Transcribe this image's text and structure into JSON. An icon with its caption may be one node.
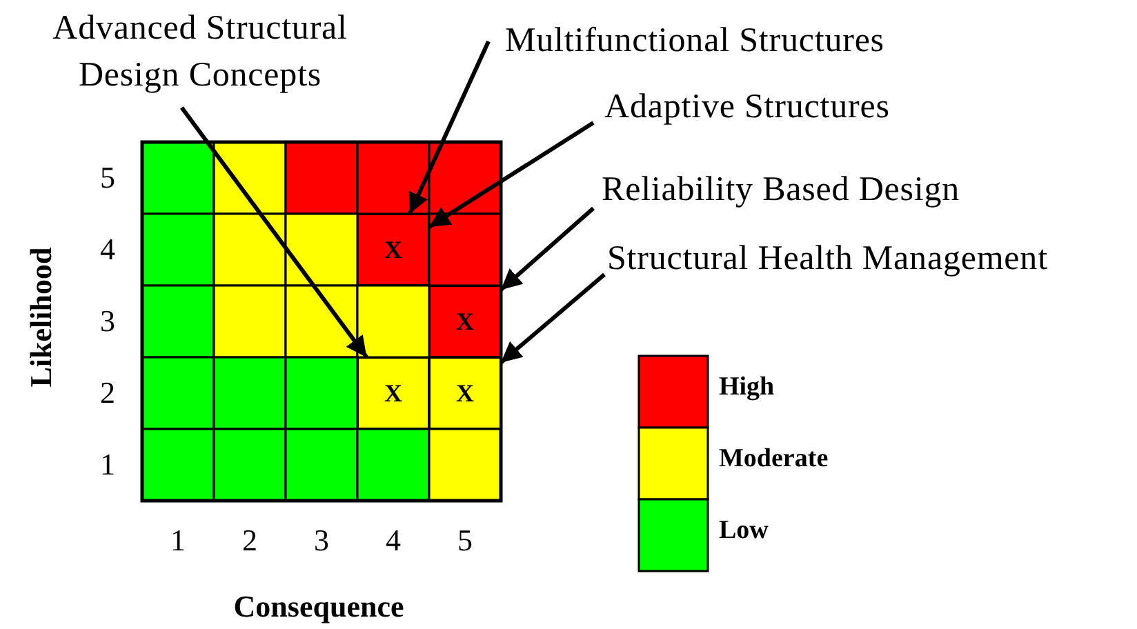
{
  "diagram": {
    "nodes": [
      {
        "text": [
          "Advanced Structural Design Concepts"
        ]
      },
      {
        "text": [
          "Multifunctional Structures"
        ]
      },
      {
        "text": [
          "Adaptive Structures"
        ]
      },
      {
        "text": [
          "Reliability Based Design"
        ]
      },
      {
        "text": [
          "Structural Health Management"
        ]
      },
      {
        "text": [
          "X"
        ]
      },
      {
        "text": [
          "X"
        ]
      },
      {
        "text": [
          "X"
        ]
      },
      {
        "text": [
          "X"
        ]
      }
    ],
    "edges": [
      {
        "from": 0,
        "to": 7,
        "arrow": "to"
      },
      {
        "from": 1,
        "to": 5,
        "arrow": "to"
      },
      {
        "from": 2,
        "to": 5,
        "arrow": "to"
      },
      {
        "from": 3,
        "to": 6,
        "arrow": "to"
      },
      {
        "from": 4,
        "to": 8,
        "arrow": "to"
      }
    ],
    "labels": [
      "Likelihood",
      "5",
      "4",
      "3",
      "2",
      "1",
      "1",
      "2",
      "3",
      "4",
      "5",
      "Consequence"
    ],
    "legend": [
      {
        "text": "High",
        "color": "#ff0000"
      },
      {
        "text": "Moderate",
        "color": "#ffff00"
      },
      {
        "text": "Low",
        "color": "#00ff00"
      }
    ]
  }
}
